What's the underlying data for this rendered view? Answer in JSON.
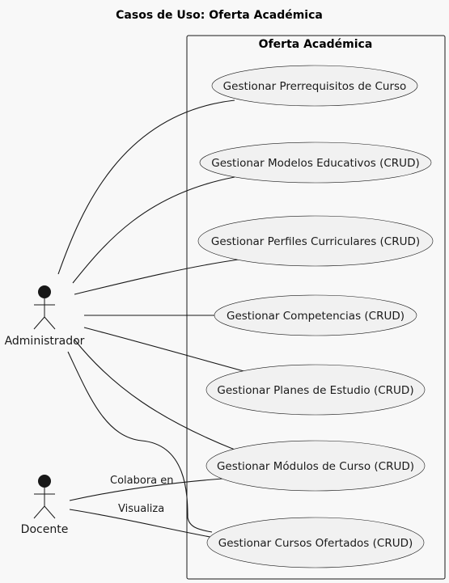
{
  "title": "Casos de Uso: Oferta Académica",
  "boundary": {
    "title": "Oferta Académica"
  },
  "actors": {
    "admin": "Administrador",
    "docente": "Docente"
  },
  "use_cases": {
    "prerrequisitos": "Gestionar Prerrequisitos de Curso",
    "modelos": "Gestionar Modelos Educativos (CRUD)",
    "perfiles": "Gestionar Perfiles Curriculares (CRUD)",
    "competencias": "Gestionar Competencias (CRUD)",
    "planes": "Gestionar Planes de Estudio (CRUD)",
    "modulos": "Gestionar Módulos de Curso (CRUD)",
    "cursos": "Gestionar Cursos Ofertados (CRUD)"
  },
  "edge_labels": {
    "colabora": "Colabora en",
    "visualiza": "Visualiza"
  }
}
